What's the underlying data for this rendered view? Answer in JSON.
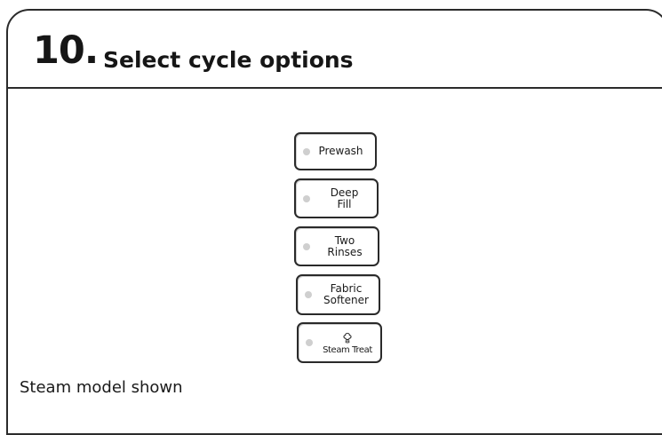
{
  "header": {
    "step_number": "10.",
    "title": "Select cycle options"
  },
  "buttons": [
    {
      "label": "Prewash",
      "icon": null
    },
    {
      "label": "Deep\nFill",
      "icon": null
    },
    {
      "label": "Two\nRinses",
      "icon": null
    },
    {
      "label": "Fabric\nSoftener",
      "icon": null
    },
    {
      "label": "Steam Treat",
      "icon": "steam-icon"
    }
  ],
  "caption": "Steam model shown",
  "colors": {
    "border": "#2b2b2b",
    "indicator": "#cfcfcf",
    "text": "#1a1a1a"
  }
}
